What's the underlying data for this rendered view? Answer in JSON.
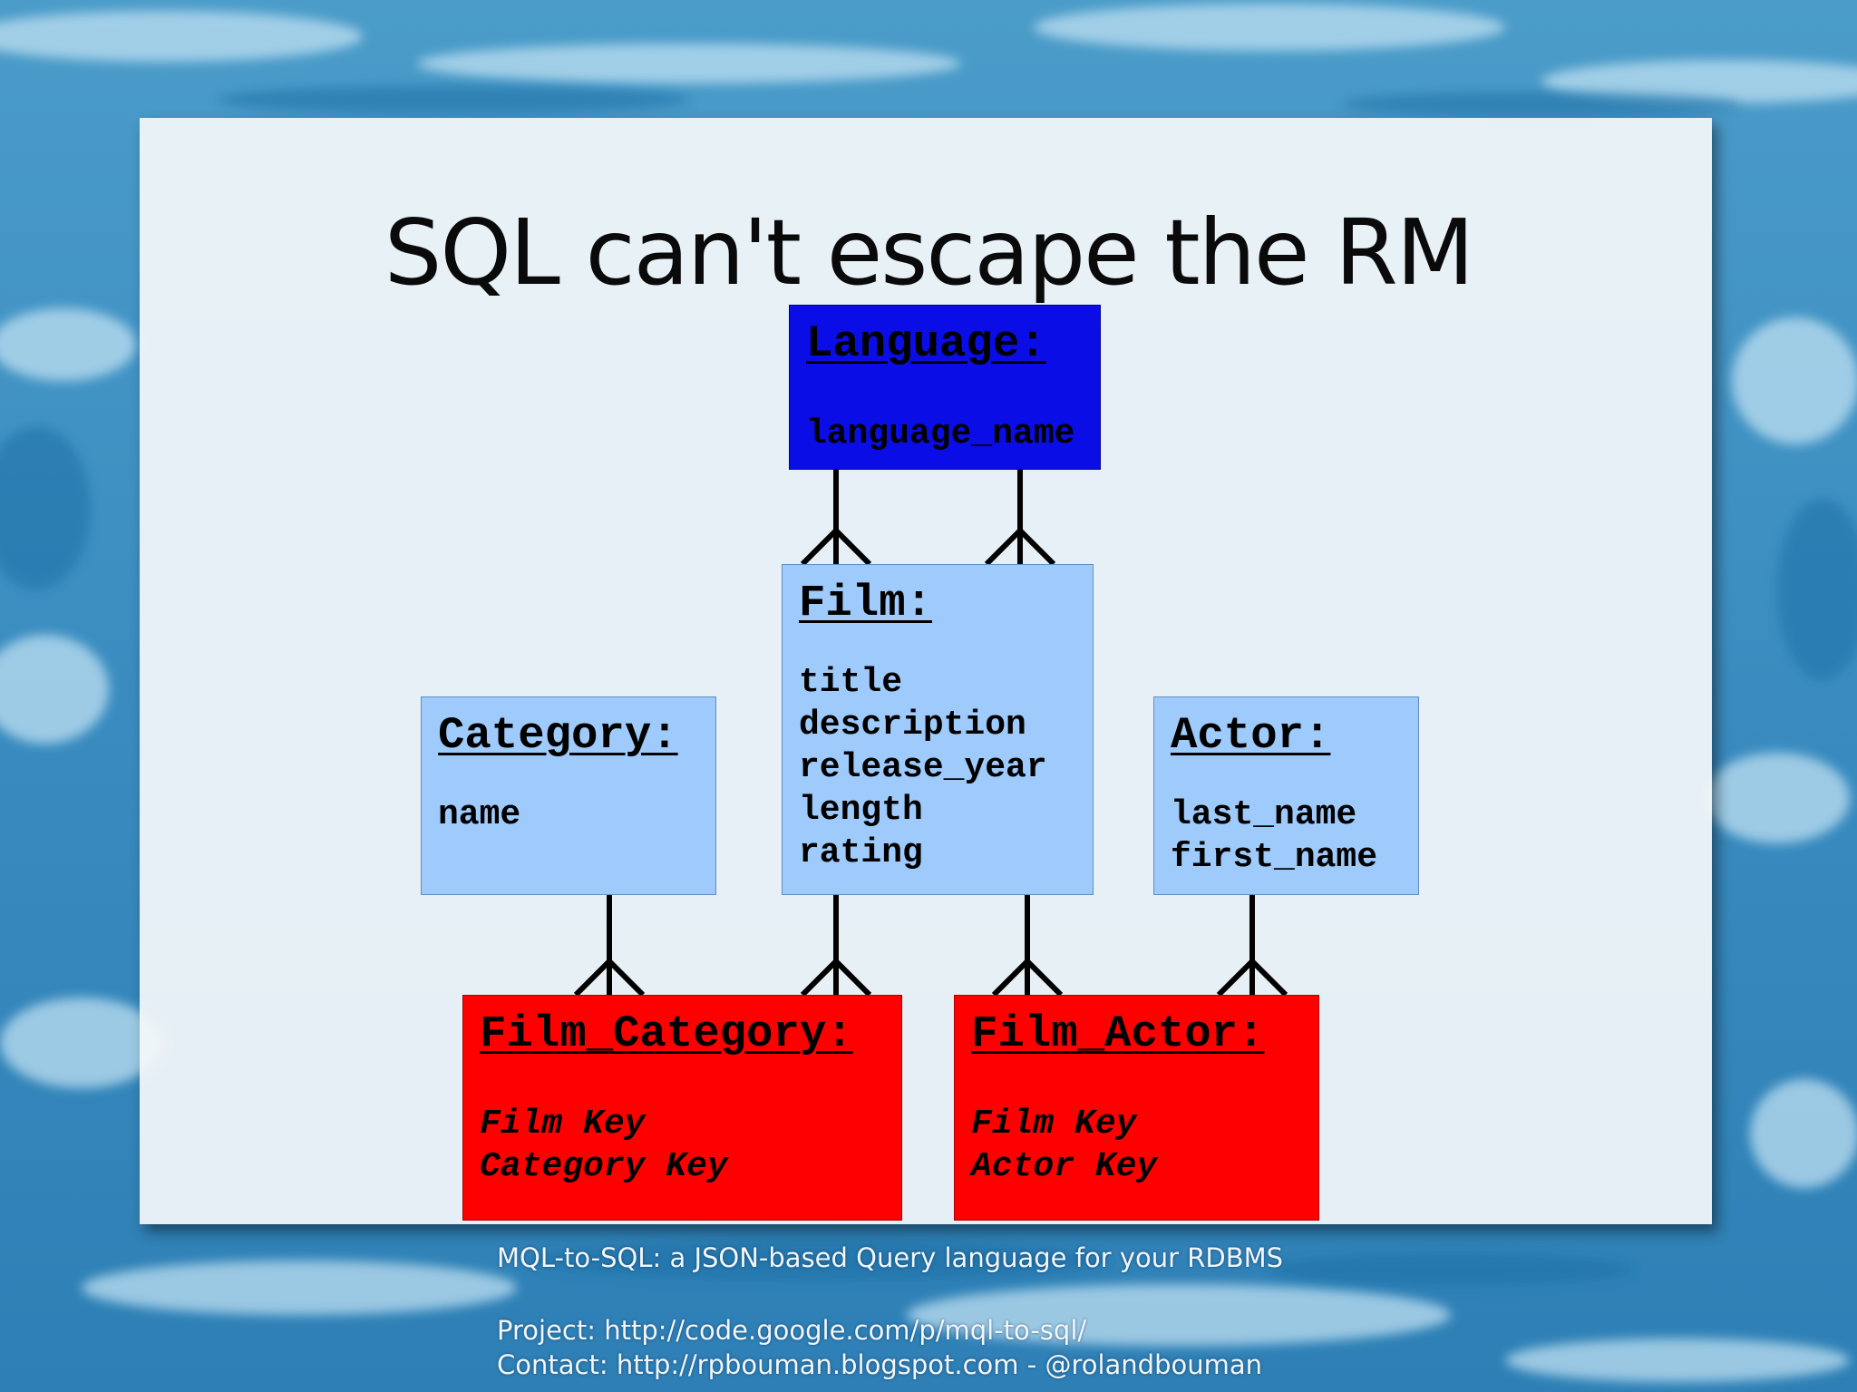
{
  "slide": {
    "title": "SQL can't escape the RM"
  },
  "entities": {
    "language": {
      "name": "Language:",
      "attributes": [
        "language_name"
      ],
      "color": "#0a0de6"
    },
    "film": {
      "name": "Film:",
      "attributes": [
        "title",
        "description",
        "release_year",
        "length",
        "rating"
      ],
      "color": "#9ecbfb"
    },
    "category": {
      "name": "Category:",
      "attributes": [
        "name"
      ],
      "color": "#9ecbfb"
    },
    "actor": {
      "name": "Actor:",
      "attributes": [
        "last_name",
        "first_name"
      ],
      "color": "#9ecbfb"
    },
    "film_category": {
      "name": "Film_Category:",
      "attributes": [
        "Film Key",
        "Category Key"
      ],
      "color": "#fe0000"
    },
    "film_actor": {
      "name": "Film_Actor:",
      "attributes": [
        "Film Key",
        "Actor Key"
      ],
      "color": "#fe0000"
    }
  },
  "relationships": [
    {
      "one": "Language",
      "many": "Film"
    },
    {
      "one": "Language",
      "many": "Film"
    },
    {
      "one": "Category",
      "many": "Film_Category"
    },
    {
      "one": "Film",
      "many": "Film_Category"
    },
    {
      "one": "Film",
      "many": "Film_Actor"
    },
    {
      "one": "Actor",
      "many": "Film_Actor"
    }
  ],
  "footer": {
    "line1": "MQL-to-SQL: a JSON-based Query language for your RDBMS",
    "line2": "Project: http://code.google.com/p/mql-to-sql/",
    "line3": "Contact: http://rpbouman.blogspot.com - @rolandbouman"
  }
}
